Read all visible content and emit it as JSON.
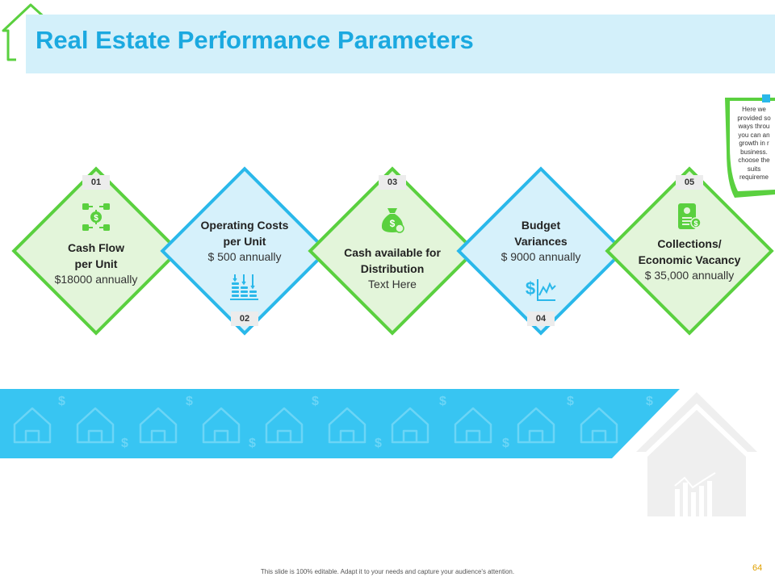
{
  "header": {
    "title": "Real Estate Performance Parameters"
  },
  "note": {
    "text": "Here we provided so ways throu you can an growth in r business. choose the suits requireme"
  },
  "cards": [
    {
      "number": "01",
      "title_line1": "Cash Flow",
      "title_line2": "per Unit",
      "value": "$18000 annually",
      "icon": "money-network-icon"
    },
    {
      "number": "02",
      "title_line1": "Operating Costs",
      "title_line2": "per Unit",
      "value": "$ 500 annually",
      "icon": "coin-stacks-icon"
    },
    {
      "number": "03",
      "title_line1": "Cash available for",
      "title_line2": "Distribution",
      "value": "Text Here",
      "icon": "money-bag-icon"
    },
    {
      "number": "04",
      "title_line1": "Budget",
      "title_line2": "Variances",
      "value": "$ 9000 annually",
      "icon": "dollar-chart-icon"
    },
    {
      "number": "05",
      "title_line1": "Collections/",
      "title_line2": "Economic Vacancy",
      "value": "$ 35,000 annually",
      "icon": "invoice-icon"
    }
  ],
  "footer": {
    "note": "This slide is 100% editable. Adapt it to your needs and capture your audience's attention.",
    "page_number": "64"
  },
  "colors": {
    "title": "#1ba9e0",
    "title_bar": "#d3f0fa",
    "green": "#5ad03f",
    "blue": "#2ab8ea",
    "banner": "#38c5f2"
  }
}
